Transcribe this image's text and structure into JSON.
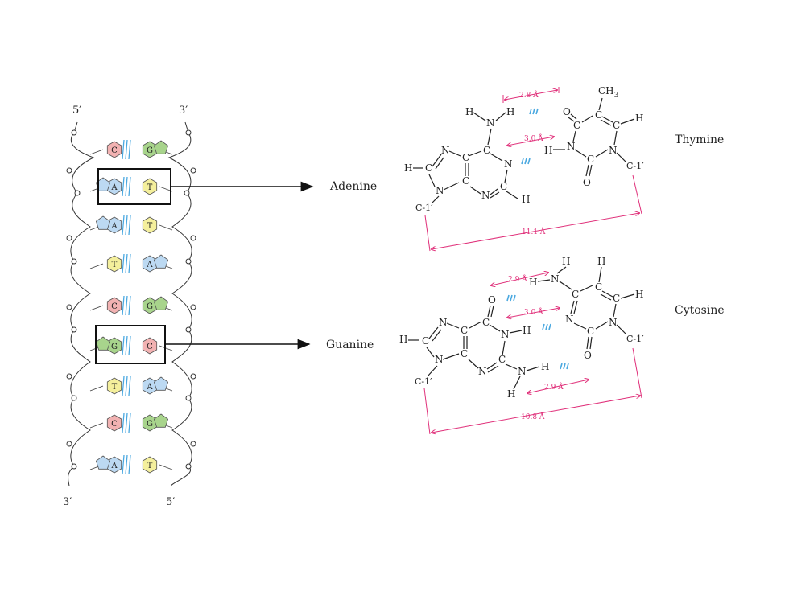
{
  "helix": {
    "top_left_label": "5′",
    "top_right_label": "3′",
    "bottom_left_label": "3′",
    "bottom_right_label": "5′",
    "pairs": [
      {
        "left": "C",
        "right": "G"
      },
      {
        "left": "A",
        "right": "T"
      },
      {
        "left": "A",
        "right": "T"
      },
      {
        "left": "T",
        "right": "A"
      },
      {
        "left": "C",
        "right": "G"
      },
      {
        "left": "G",
        "right": "C"
      },
      {
        "left": "T",
        "right": "A"
      },
      {
        "left": "C",
        "right": "G"
      },
      {
        "left": "A",
        "right": "T"
      }
    ],
    "base_colors": {
      "A": "#bcd9f2",
      "T": "#f4ef9c",
      "G": "#a8d48c",
      "C": "#f2b2b2"
    }
  },
  "callouts": {
    "adenine": "Adenine",
    "guanine": "Guanine",
    "thymine": "Thymine",
    "cytosine": "Cytosine"
  },
  "at_pair": {
    "dist_top": "2.8 Å",
    "dist_mid": "3.0 Å",
    "dist_overall": "11.1 Å",
    "atoms": {
      "ch3": "CH",
      "ch3_sub": "3",
      "c1_left": "C-1′",
      "c1_right": "C-1′"
    }
  },
  "gc_pair": {
    "dist_top": "2.9 Å",
    "dist_mid": "3.0 Å",
    "dist_bot": "2.9 Å",
    "dist_overall": "10.8 Å",
    "atoms": {
      "c1_left": "C-1′",
      "c1_right": "C-1′"
    }
  }
}
